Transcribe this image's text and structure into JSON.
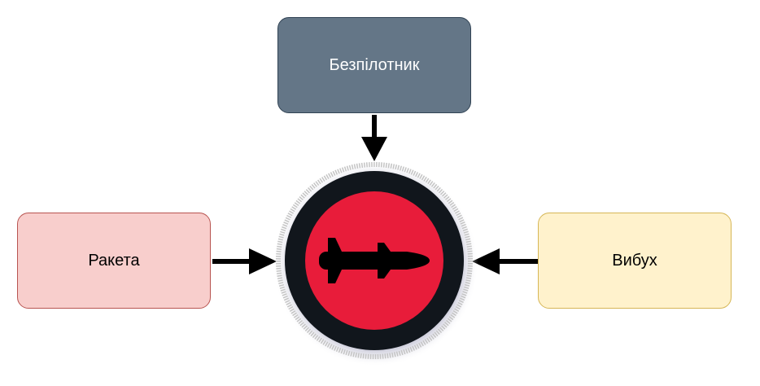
{
  "nodes": {
    "top": {
      "label": "Безпілотник",
      "fill": "#647687"
    },
    "left": {
      "label": "Ракета",
      "fill": "#f8cecc"
    },
    "right": {
      "label": "Вибух",
      "fill": "#fff2cc"
    }
  },
  "center": {
    "icon": "missile-icon",
    "ring_color": "#11161c",
    "fill": "#e81c3a"
  }
}
